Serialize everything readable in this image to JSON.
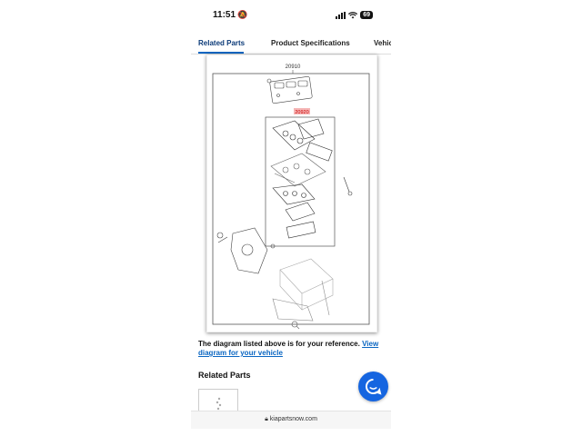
{
  "status_bar": {
    "time": "11:51",
    "battery": "69"
  },
  "tabs": [
    {
      "label": "Related Parts",
      "active": true
    },
    {
      "label": "Product Specifications",
      "active": false
    },
    {
      "label": "Vehic",
      "active": false
    }
  ],
  "diagram": {
    "top_part_label": "20910",
    "highlighted_label": "20920"
  },
  "reference": {
    "text": "The diagram listed above is for your reference.",
    "link": "View diagram for your vehicle"
  },
  "related_parts": {
    "heading": "Related Parts"
  },
  "browser": {
    "url": "kiapartsnow.com"
  },
  "colors": {
    "accent": "#0a66c2",
    "chat_button": "#1565e0",
    "highlight": "#f5b6b6"
  },
  "icons": {
    "notification": "bell-slash-icon",
    "chat": "chat-bubble-icon",
    "lock": "lock-icon",
    "zoom": "magnifier-icon"
  }
}
